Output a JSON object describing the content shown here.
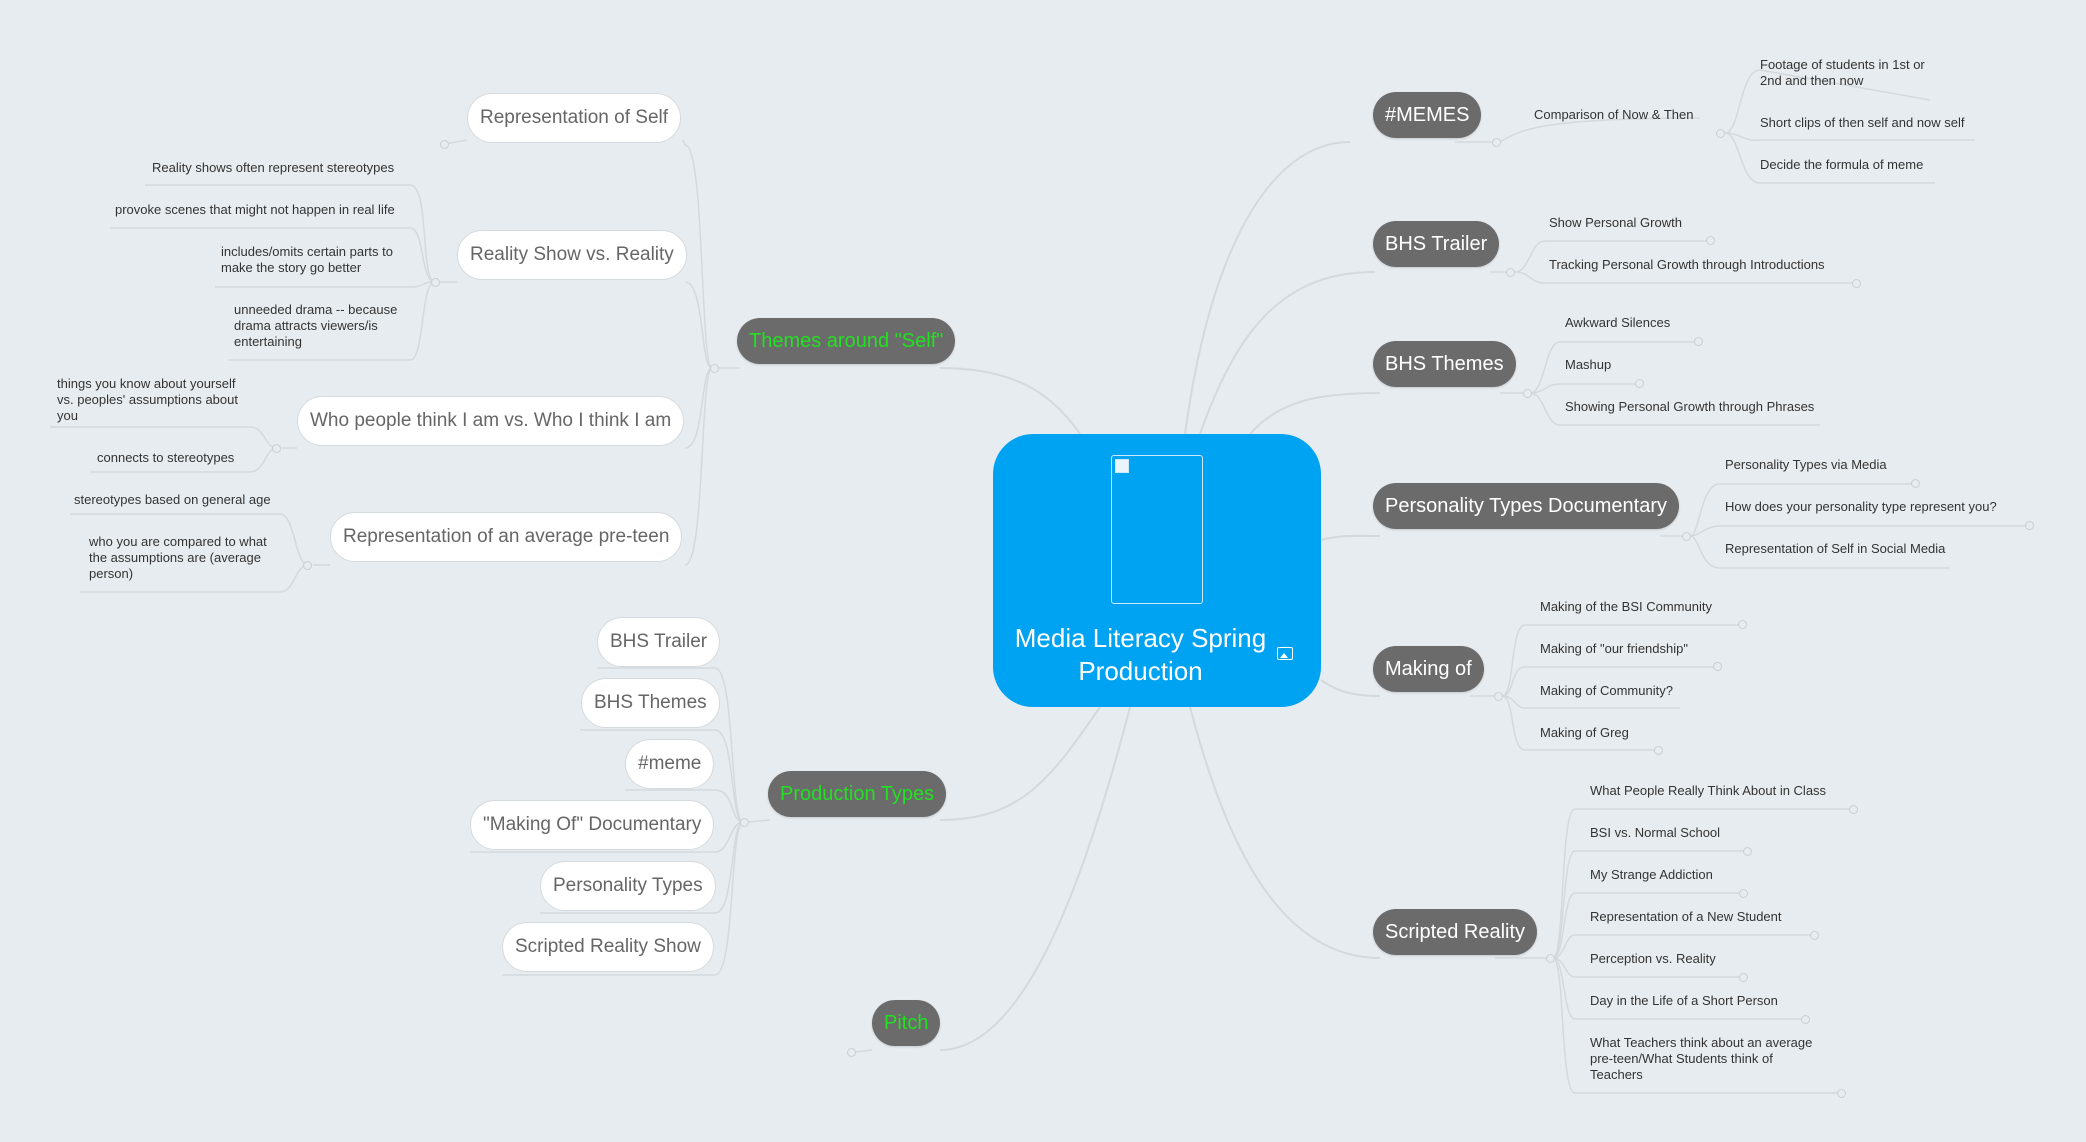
{
  "root": {
    "title_line1": "Media Literacy Spring",
    "title_line2": "Production"
  },
  "right": {
    "memes": {
      "label": "#MEMES",
      "sub": "Comparison of Now & Then",
      "leaves": [
        "Footage of students in 1st or",
        "2nd and then now",
        "Short clips of then self and now self",
        "Decide the formula of meme"
      ]
    },
    "bhs_trailer": {
      "label": "BHS Trailer",
      "leaves": [
        "Show Personal Growth",
        "Tracking Personal Growth through Introductions"
      ]
    },
    "bhs_themes": {
      "label": "BHS Themes",
      "leaves": [
        "Awkward Silences",
        "Mashup",
        "Showing Personal Growth through Phrases"
      ]
    },
    "personality": {
      "label": "Personality Types Documentary",
      "leaves": [
        "Personality Types via Media",
        "How does your personality type represent you?",
        "Representation of Self in Social Media"
      ]
    },
    "making_of": {
      "label": "Making of",
      "leaves": [
        "Making of the BSI Community",
        "Making of \"our friendship\"",
        "Making of Community?",
        "Making of Greg"
      ]
    },
    "scripted": {
      "label": "Scripted Reality",
      "leaves": [
        "What People Really Think About in Class",
        "BSI vs. Normal School",
        "My Strange Addiction",
        "Representation of a New Student",
        "Perception vs. Reality",
        "Day in the Life of a Short Person",
        "What Teachers think about an average",
        "pre-teen/What Students think of",
        "Teachers"
      ]
    }
  },
  "left": {
    "themes_self": {
      "label": "Themes around \"Self\"",
      "rep_self": "Representation of Self",
      "reality_show": {
        "label": "Reality Show vs. Reality",
        "leaves": [
          "Reality shows often represent stereotypes",
          "provoke scenes that might not happen in real life",
          "includes/omits certain parts to",
          "make the story go better",
          "unneeded drama -- because",
          "drama attracts viewers/is",
          "entertaining"
        ]
      },
      "who_people": {
        "label": "Who people think I am vs. Who I think I am",
        "leaves": [
          "things you know about yourself",
          "vs. peoples' assumptions about",
          "you",
          "connects to stereotypes"
        ]
      },
      "preteen": {
        "label": "Representation of an average pre-teen",
        "leaves": [
          "stereotypes based on general age",
          "who you are compared to what",
          "the assumptions are (average",
          "person)"
        ]
      }
    },
    "production_types": {
      "label": "Production Types",
      "items": [
        "BHS Trailer",
        "BHS Themes",
        "#meme",
        "\"Making Of\" Documentary",
        "Personality Types",
        "Scripted Reality Show"
      ]
    },
    "pitch": {
      "label": "Pitch"
    }
  },
  "colors": {
    "background": "#e6ecf0",
    "root": "#00a2f2",
    "topic": "#6b6b6b",
    "green_text": "#22e022",
    "line": "#d0d7dc"
  }
}
